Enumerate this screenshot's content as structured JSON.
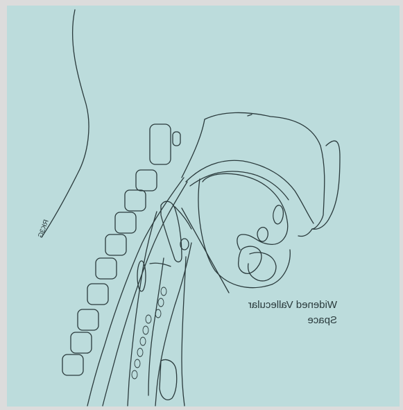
{
  "diagram": {
    "label_line1": "Widened  Vallecular",
    "label_line2": "Space",
    "margin_scribble": "RK3G",
    "mirrored": true,
    "colors": {
      "background": "#bcdcdc",
      "ink": "#2a3a3c",
      "border": "#dcdcdc"
    }
  }
}
